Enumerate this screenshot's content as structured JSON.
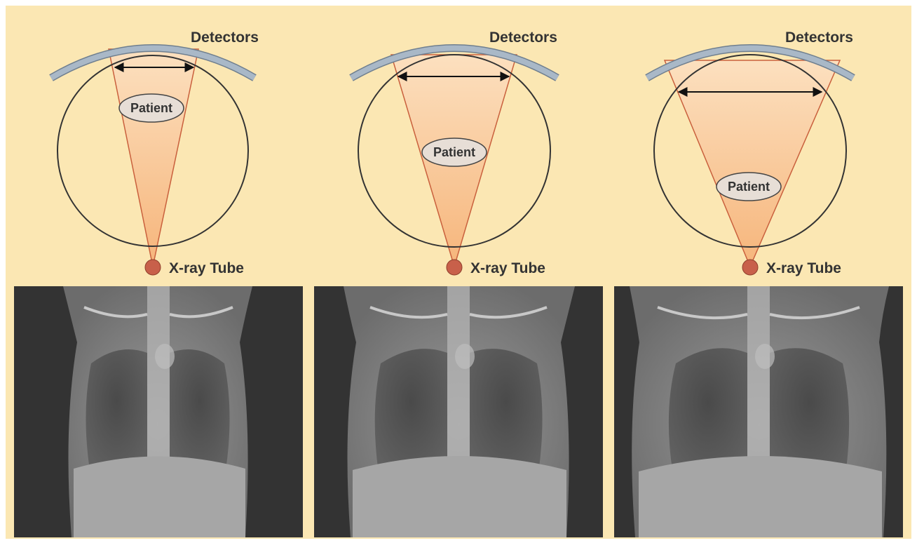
{
  "labels": {
    "detectors": "Detectors",
    "patient": "Patient",
    "xray_tube": "X-ray Tube"
  },
  "panels": [
    {
      "id": "panel-1",
      "patient_position": "near detectors",
      "field_of_view": "narrow"
    },
    {
      "id": "panel-2",
      "patient_position": "isocenter",
      "field_of_view": "medium"
    },
    {
      "id": "panel-3",
      "patient_position": "near x-ray tube",
      "field_of_view": "wide"
    }
  ],
  "colors": {
    "background": "#fbe7b3",
    "detector_arc": "#a9b8c7",
    "beam_fill": "#f8bf8a",
    "beam_edge": "#c9603d",
    "tube": "#c8604a",
    "patient_ellipse": "#e7ded6",
    "xray_background": "#333333"
  }
}
